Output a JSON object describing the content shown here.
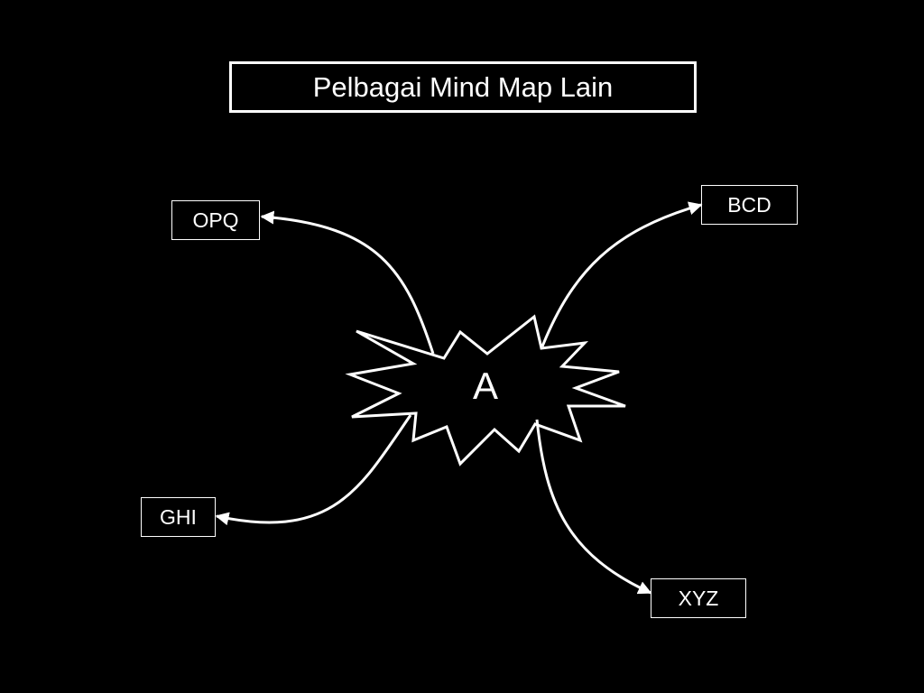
{
  "title": "Pelbagai Mind Map Lain",
  "center": {
    "label": "A",
    "shape": "starburst"
  },
  "nodes": {
    "opq": "OPQ",
    "bcd": "BCD",
    "ghi": "GHI",
    "xyz": "XYZ"
  },
  "edges": [
    {
      "from": "A",
      "to": "OPQ"
    },
    {
      "from": "A",
      "to": "BCD"
    },
    {
      "from": "A",
      "to": "GHI"
    },
    {
      "from": "A",
      "to": "XYZ"
    }
  ],
  "colors": {
    "background": "#000000",
    "foreground": "#ffffff"
  }
}
